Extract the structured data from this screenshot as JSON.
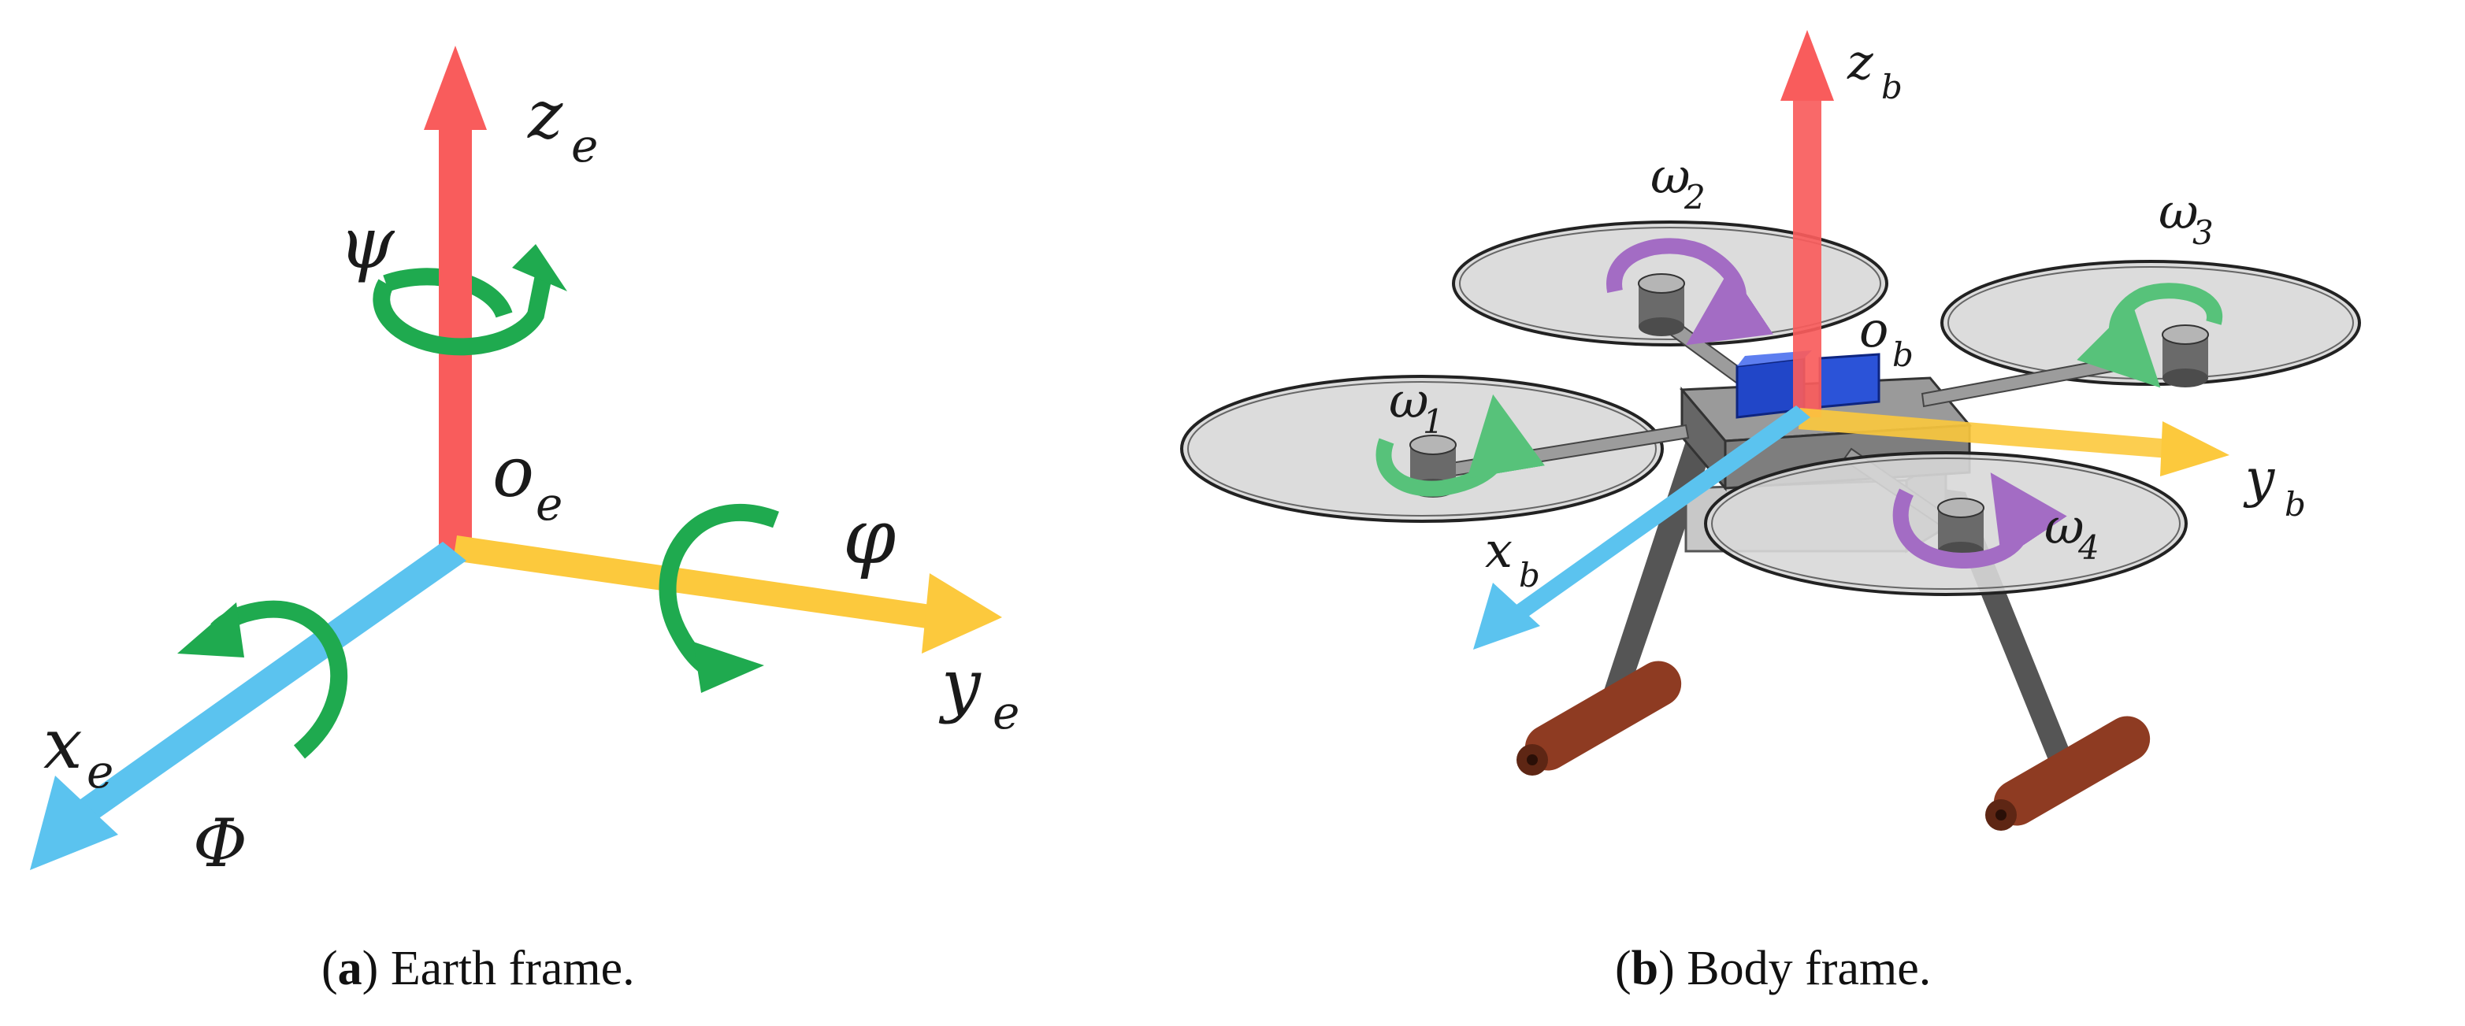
{
  "panel_a": {
    "labels": {
      "z_axis": "z",
      "z_sub": "e",
      "x_axis": "x",
      "x_sub": "e",
      "y_axis": "y",
      "y_sub": "e",
      "origin": "o",
      "origin_sub": "e",
      "yaw": "ψ",
      "pitch": "φ",
      "roll": "Φ"
    },
    "caption": {
      "letter": "a",
      "text": " Earth frame."
    }
  },
  "panel_b": {
    "labels": {
      "z_axis": "z",
      "z_sub": "b",
      "x_axis": "x",
      "x_sub": "b",
      "y_axis": "y",
      "y_sub": "b",
      "origin": "o",
      "origin_sub": "b",
      "rotor1": "ω",
      "rotor1_sub": "1",
      "rotor2": "ω",
      "rotor2_sub": "2",
      "rotor3": "ω",
      "rotor3_sub": "3",
      "rotor4": "ω",
      "rotor4_sub": "4"
    },
    "caption": {
      "letter": "b",
      "text": " Body frame."
    }
  },
  "colors": {
    "z_axis": "#f95c5c",
    "x_axis": "#5bc3ef",
    "y_axis": "#fcc93d",
    "rotation_arrow": "#1faa4f",
    "rotor_arrow_ccw": "#57c27a",
    "rotor_arrow_cw": "#a36cc4",
    "propeller_disc": "#d8d8d8",
    "body_block": "#2146c8",
    "landing_skid": "#8e3b22"
  }
}
